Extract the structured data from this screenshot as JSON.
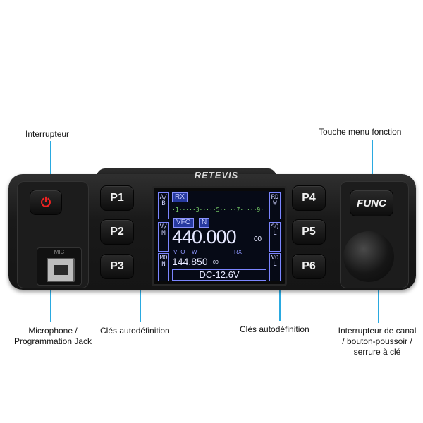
{
  "callouts": {
    "power": "Interrupteur",
    "func_menu": "Touche menu fonction",
    "mic": [
      "Microphone /",
      "Programmation Jack"
    ],
    "keys_left": "Clés autodéfinition",
    "keys_right": "Clés autodéfinition",
    "knob": [
      "Interrupteur de canal",
      "/ bouton-poussoir /",
      "serrure à clé"
    ]
  },
  "radio": {
    "brand": "RETEVIS",
    "mic_label": "MIC",
    "keys_left": [
      "P1",
      "P2",
      "P3"
    ],
    "keys_right": [
      "P4",
      "P5",
      "P6"
    ],
    "func_key": "FUNC",
    "display": {
      "side_left": [
        "A/B",
        "V/M",
        "MON"
      ],
      "side_right": [
        "RDW",
        "SQL",
        "VOL"
      ],
      "rx": "RX",
      "vfo": "VFO",
      "n": "N",
      "scale": "·1·····3·····5·····7·····9·",
      "main_freq": "440.000",
      "main_freq_small": "00",
      "vfo_small": "VFO",
      "w": "W",
      "rx_small": "RX",
      "sub_freq": "144.850",
      "sub_freq_small": "00",
      "status": "DC-12.6V"
    }
  },
  "colors": {
    "callout_line": "#2aa9e0",
    "power_icon": "#e22222"
  }
}
